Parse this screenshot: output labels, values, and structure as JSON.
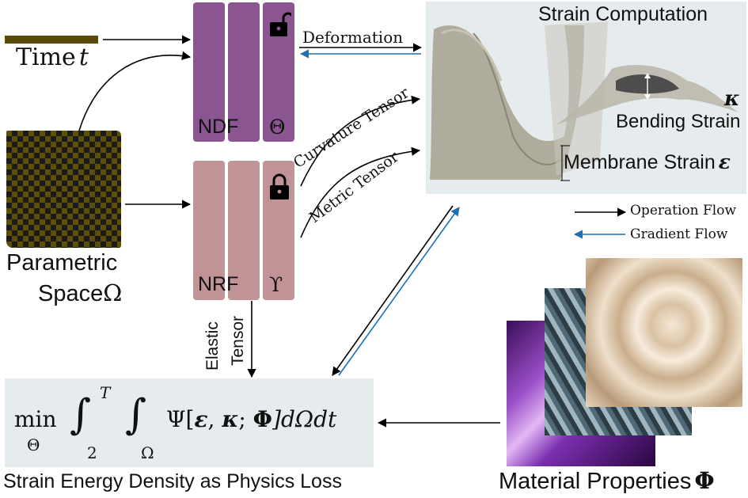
{
  "inputs": {
    "time_label": "Time",
    "time_symbol": "t",
    "parametric_line1": "Parametric",
    "parametric_line2": "Space",
    "parametric_symbol": "Ω"
  },
  "networks": {
    "ndf_label": "NDF",
    "ndf_param": "Θ",
    "nrf_label": "NRF",
    "nrf_param": "ϒ"
  },
  "flows": {
    "deformation": "Deformation",
    "curvature_tensor": "Curvature Tensor",
    "metric_tensor": "Metric Tensor",
    "elastic": "Elastic",
    "tensor": "Tensor"
  },
  "strain": {
    "title": "Strain Computation",
    "kappa": "κ",
    "bending": "Bending Strain",
    "membrane": "Membrane Strain",
    "epsilon": "ε"
  },
  "legend": {
    "operation": "Operation Flow",
    "gradient": "Gradient Flow"
  },
  "loss": {
    "min": "min",
    "theta": "Θ",
    "int_upper": "T",
    "int_lower": "2",
    "omega": "Ω",
    "psi": "Ψ[",
    "eps": "ε",
    "comma": ", ",
    "kap": "κ",
    "semi": "; ",
    "phi": "Φ",
    "tail": "]dΩdt",
    "caption": "Strain Energy Density as Physics Loss"
  },
  "materials": {
    "label": "Material Properties",
    "symbol": "Φ"
  },
  "colors": {
    "ndf": "#8a5590",
    "nrf": "#c09496",
    "gradient": "#1f6fb3",
    "panel": "#e6ecee",
    "time_bar": "#5a4a0a"
  }
}
